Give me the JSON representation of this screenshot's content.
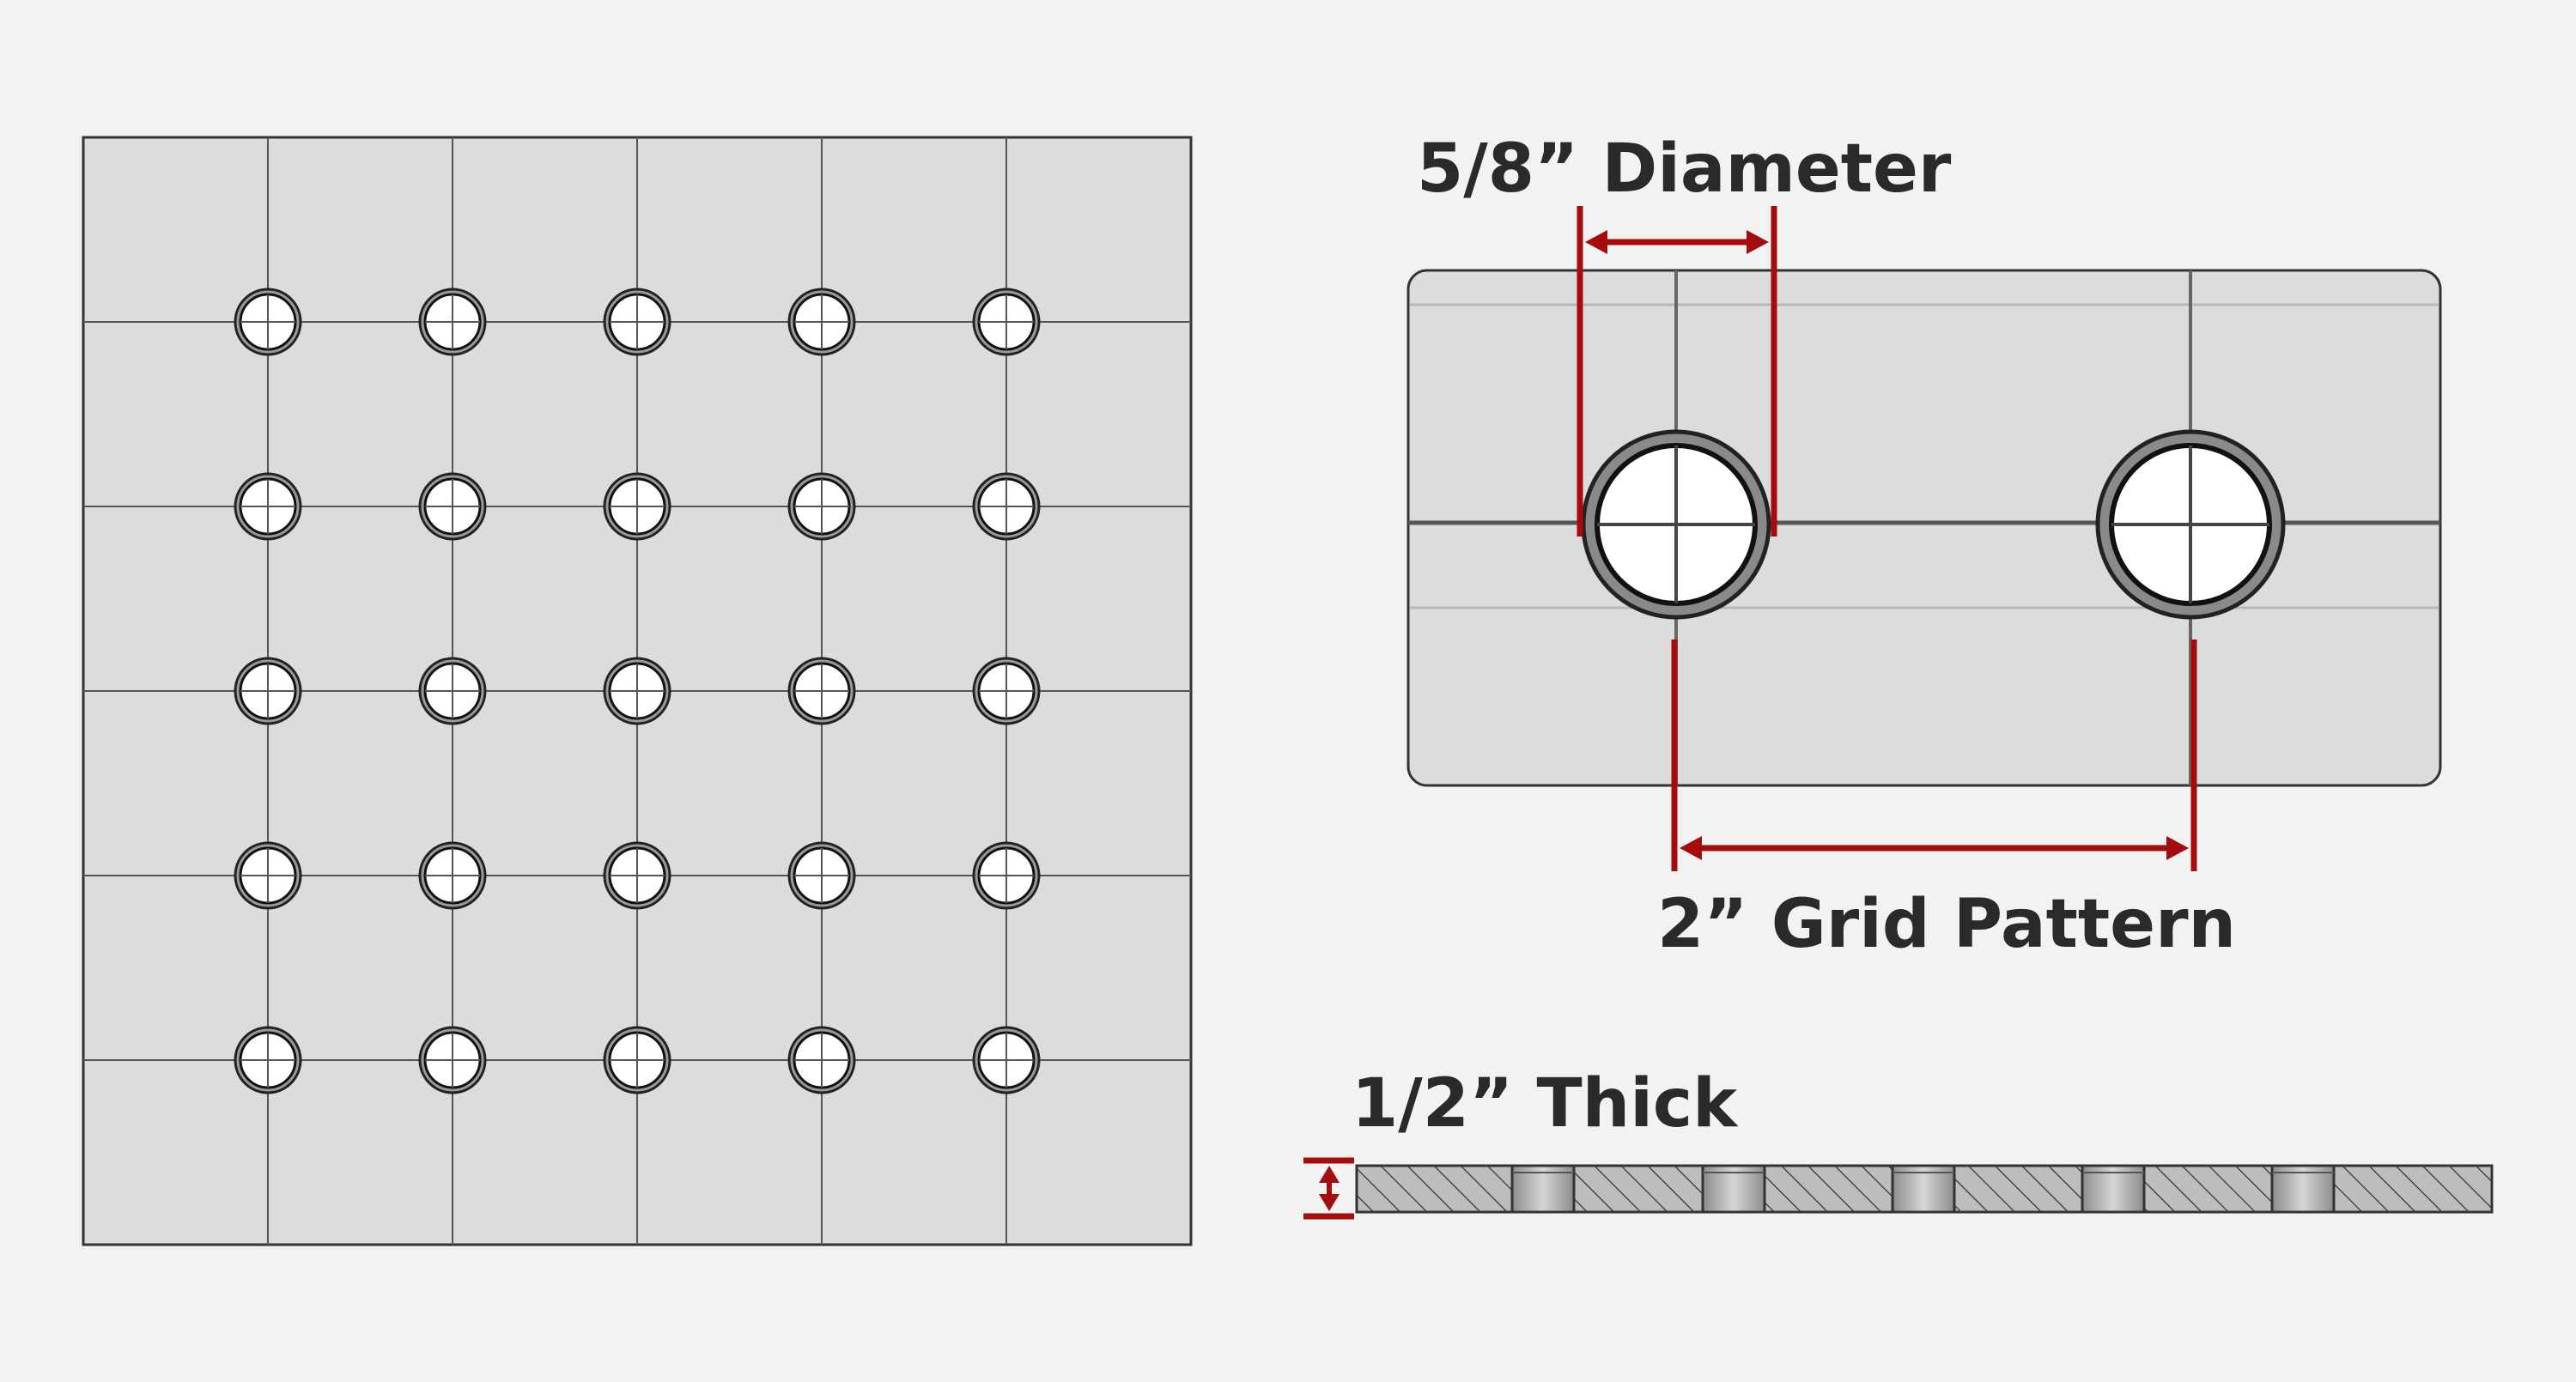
{
  "labels": {
    "diameter": "5/8” Diameter",
    "grid_pattern": "2” Grid Pattern",
    "thickness": "1/2” Thick"
  },
  "plate": {
    "rows": 5,
    "cols": 5
  },
  "colors": {
    "background": "#f2f2f2",
    "plate_fill": "#dcdcdc",
    "plate_stroke": "#333333",
    "grid_line": "#555555",
    "dimension_red": "#a30d0d",
    "text": "#2a2a2a"
  }
}
